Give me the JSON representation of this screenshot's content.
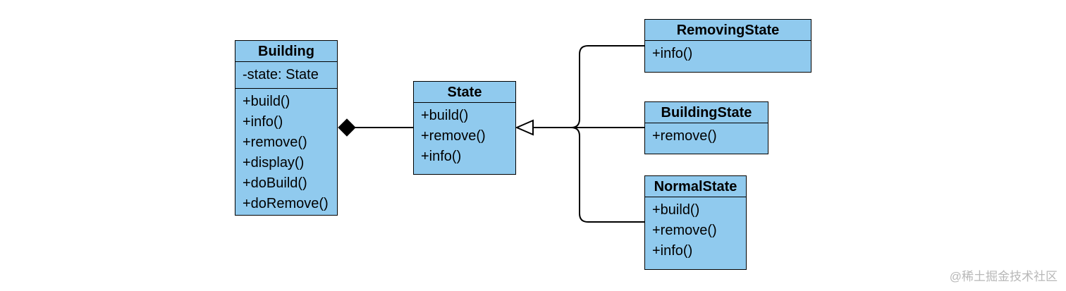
{
  "classes": {
    "building": {
      "name": "Building",
      "attributes": [
        "-state: State"
      ],
      "methods": [
        "+build()",
        "+info()",
        "+remove()",
        "+display()",
        "+doBuild()",
        "+doRemove()"
      ]
    },
    "state": {
      "name": "State",
      "methods": [
        "+build()",
        "+remove()",
        "+info()"
      ]
    },
    "removing_state": {
      "name": "RemovingState",
      "methods": [
        "+info()"
      ]
    },
    "building_state": {
      "name": "BuildingState",
      "methods": [
        "+remove()"
      ]
    },
    "normal_state": {
      "name": "NormalState",
      "methods": [
        "+build()",
        "+remove()",
        "+info()"
      ]
    }
  },
  "relationships": [
    {
      "type": "composition",
      "whole": "Building",
      "part": "State"
    },
    {
      "type": "generalization",
      "parent": "State",
      "children": [
        "RemovingState",
        "BuildingState",
        "NormalState"
      ]
    }
  ],
  "colors": {
    "class_fill": "#90CAEE",
    "line": "#000000"
  },
  "watermark": "@稀土掘金技术社区"
}
